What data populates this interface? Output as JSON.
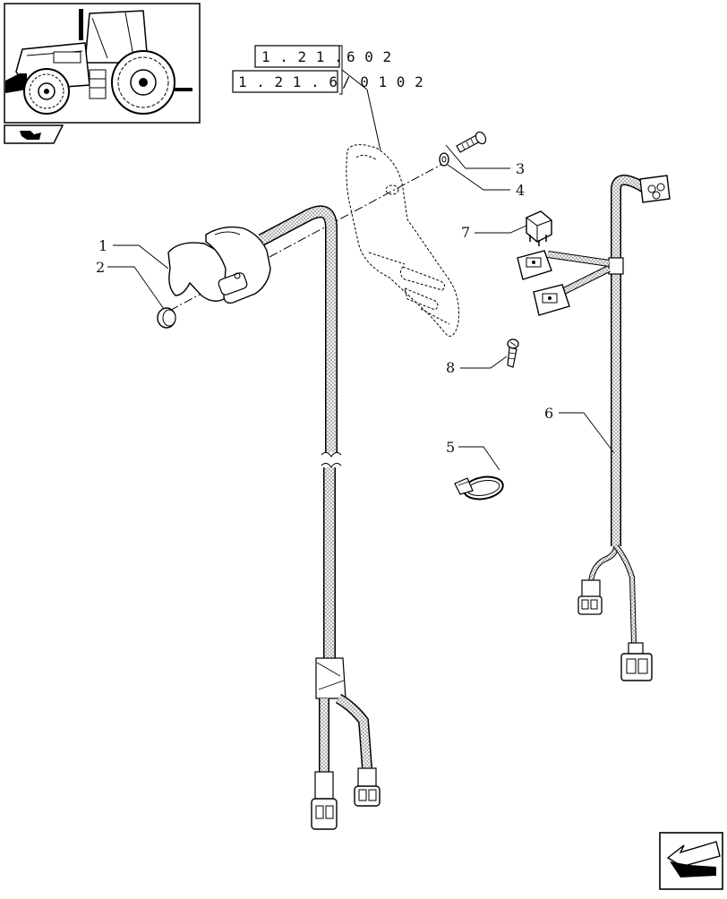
{
  "references": {
    "ref1": {
      "boxed": "1 . 2 1 .",
      "tail": "6   0 2"
    },
    "ref2": {
      "boxed": "1 . 2 1 . 6",
      "tail": "/ 0 1   0 2"
    }
  },
  "callouts": [
    {
      "id": "1",
      "label": "1"
    },
    {
      "id": "2",
      "label": "2"
    },
    {
      "id": "3",
      "label": "3"
    },
    {
      "id": "4",
      "label": "4"
    },
    {
      "id": "5",
      "label": "5"
    },
    {
      "id": "6",
      "label": "6"
    },
    {
      "id": "7",
      "label": "7"
    },
    {
      "id": "8",
      "label": "8"
    }
  ],
  "icons": {
    "thumbnail": "tractor-thumbnail-icon",
    "back": "back-arrow-icon",
    "nav": "next-page-arrow-icon"
  }
}
